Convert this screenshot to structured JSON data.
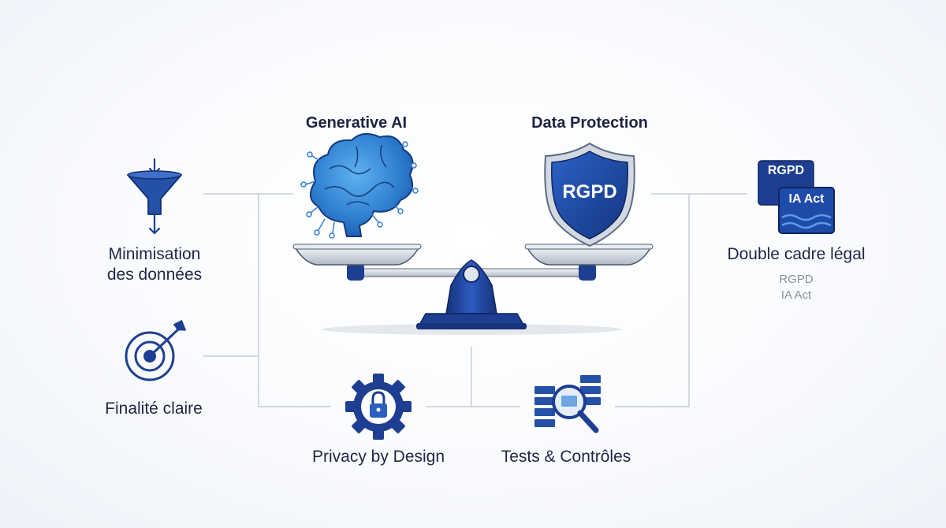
{
  "titles": {
    "left": "Generative AI",
    "right": "Data Protection"
  },
  "shield": {
    "label": "RGPD"
  },
  "legal_cards": {
    "back": "RGPD",
    "front": "IA Act"
  },
  "items": {
    "minimisation": {
      "line1": "Minimisation",
      "line2": "des données"
    },
    "finalite": {
      "label": "Finalité claire"
    },
    "privacy": {
      "label": "Privacy by Design"
    },
    "tests": {
      "label": "Tests & Contrôles"
    },
    "double": {
      "label": "Double cadre légal",
      "sub1": "RGPD",
      "sub2": "IA Act"
    }
  },
  "colors": {
    "primary": "#1e3f91",
    "accent": "#3a86d8",
    "steel": "#c9d2de",
    "line": "#c8ccd2"
  }
}
